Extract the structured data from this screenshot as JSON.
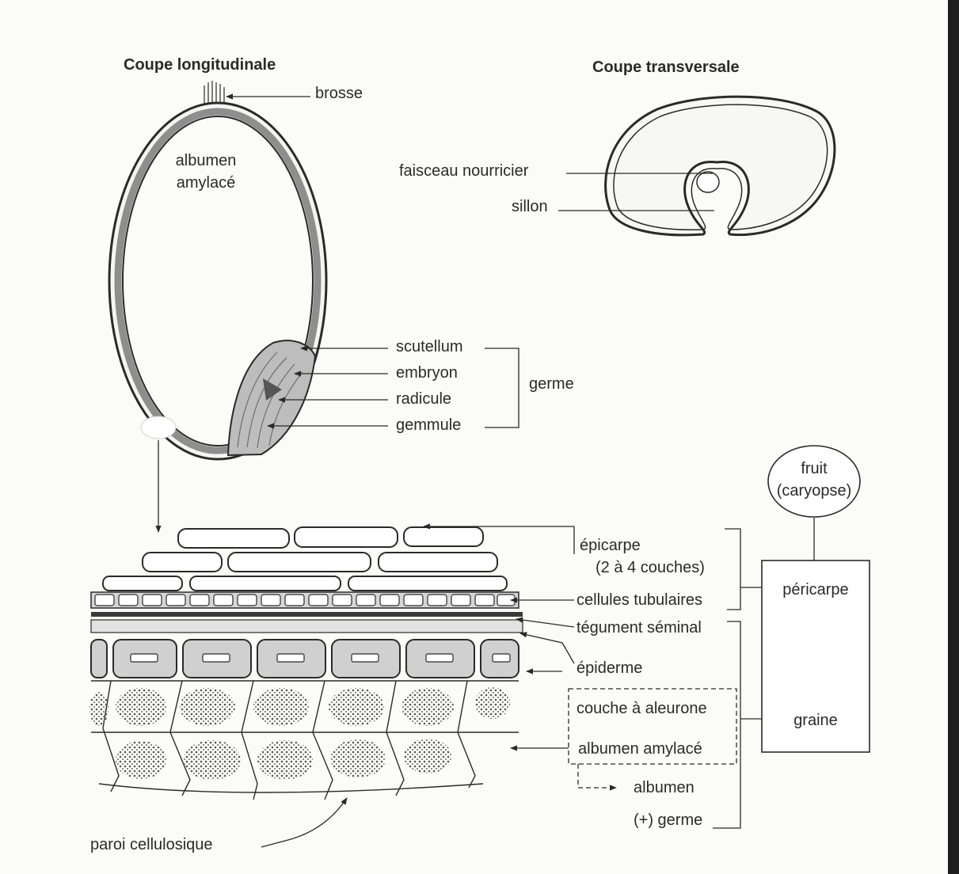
{
  "titles": {
    "longitudinal": "Coupe longitudinale",
    "transversal": "Coupe transversale"
  },
  "longitudinal": {
    "brosse": "brosse",
    "albumen_line1": "albumen",
    "albumen_line2": "amylacé",
    "scutellum": "scutellum",
    "embryon": "embryon",
    "radicule": "radicule",
    "gemmule": "gemmule",
    "germe": "germe"
  },
  "transversal": {
    "faisceau": "faisceau nourricier",
    "sillon": "sillon"
  },
  "tissues": {
    "epicarpe_line1": "épicarpe",
    "epicarpe_line2": "(2 à 4 couches)",
    "cellules_tubulaires": "cellules tubulaires",
    "tegument": "tégument séminal",
    "epiderme": "épiderme",
    "aleurone": "couche à aleurone",
    "albumen_amylace": "albumen amylacé",
    "albumen": "albumen",
    "plus_germe": "(+) germe",
    "paroi": "paroi cellulosique"
  },
  "classification": {
    "fruit_line1": "fruit",
    "fruit_line2": "(caryopse)",
    "pericarpe": "péricarpe",
    "graine": "graine"
  }
}
